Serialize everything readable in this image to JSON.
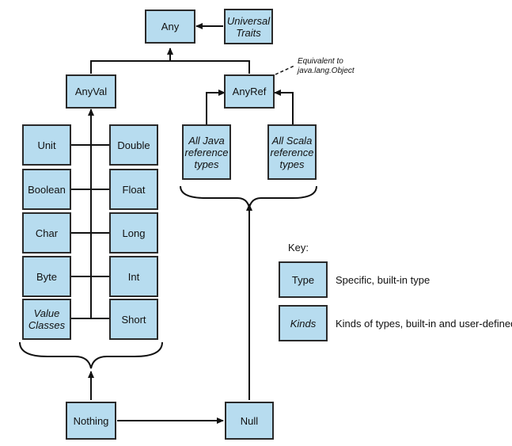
{
  "nodes": {
    "any": "Any",
    "universal_traits": "Universal Traits",
    "anyval": "AnyVal",
    "anyref": "AnyRef",
    "unit": "Unit",
    "double": "Double",
    "boolean": "Boolean",
    "float": "Float",
    "char": "Char",
    "long": "Long",
    "byte": "Byte",
    "int": "Int",
    "value_classes": "Value Classes",
    "short": "Short",
    "java_refs": "All Java reference types",
    "scala_refs": "All Scala reference types",
    "nothing": "Nothing",
    "null": "Null"
  },
  "annotation": {
    "line1": "Equivalent to",
    "line2": "java.lang.Object"
  },
  "key": {
    "title": "Key:",
    "type_sample": "Type",
    "type_desc": "Specific, built-in type",
    "kind_sample": "Kinds",
    "kind_desc": "Kinds of types, built-in and user-defined"
  },
  "colors": {
    "box_fill": "#b7dcef",
    "stroke": "#2a2a2a"
  }
}
